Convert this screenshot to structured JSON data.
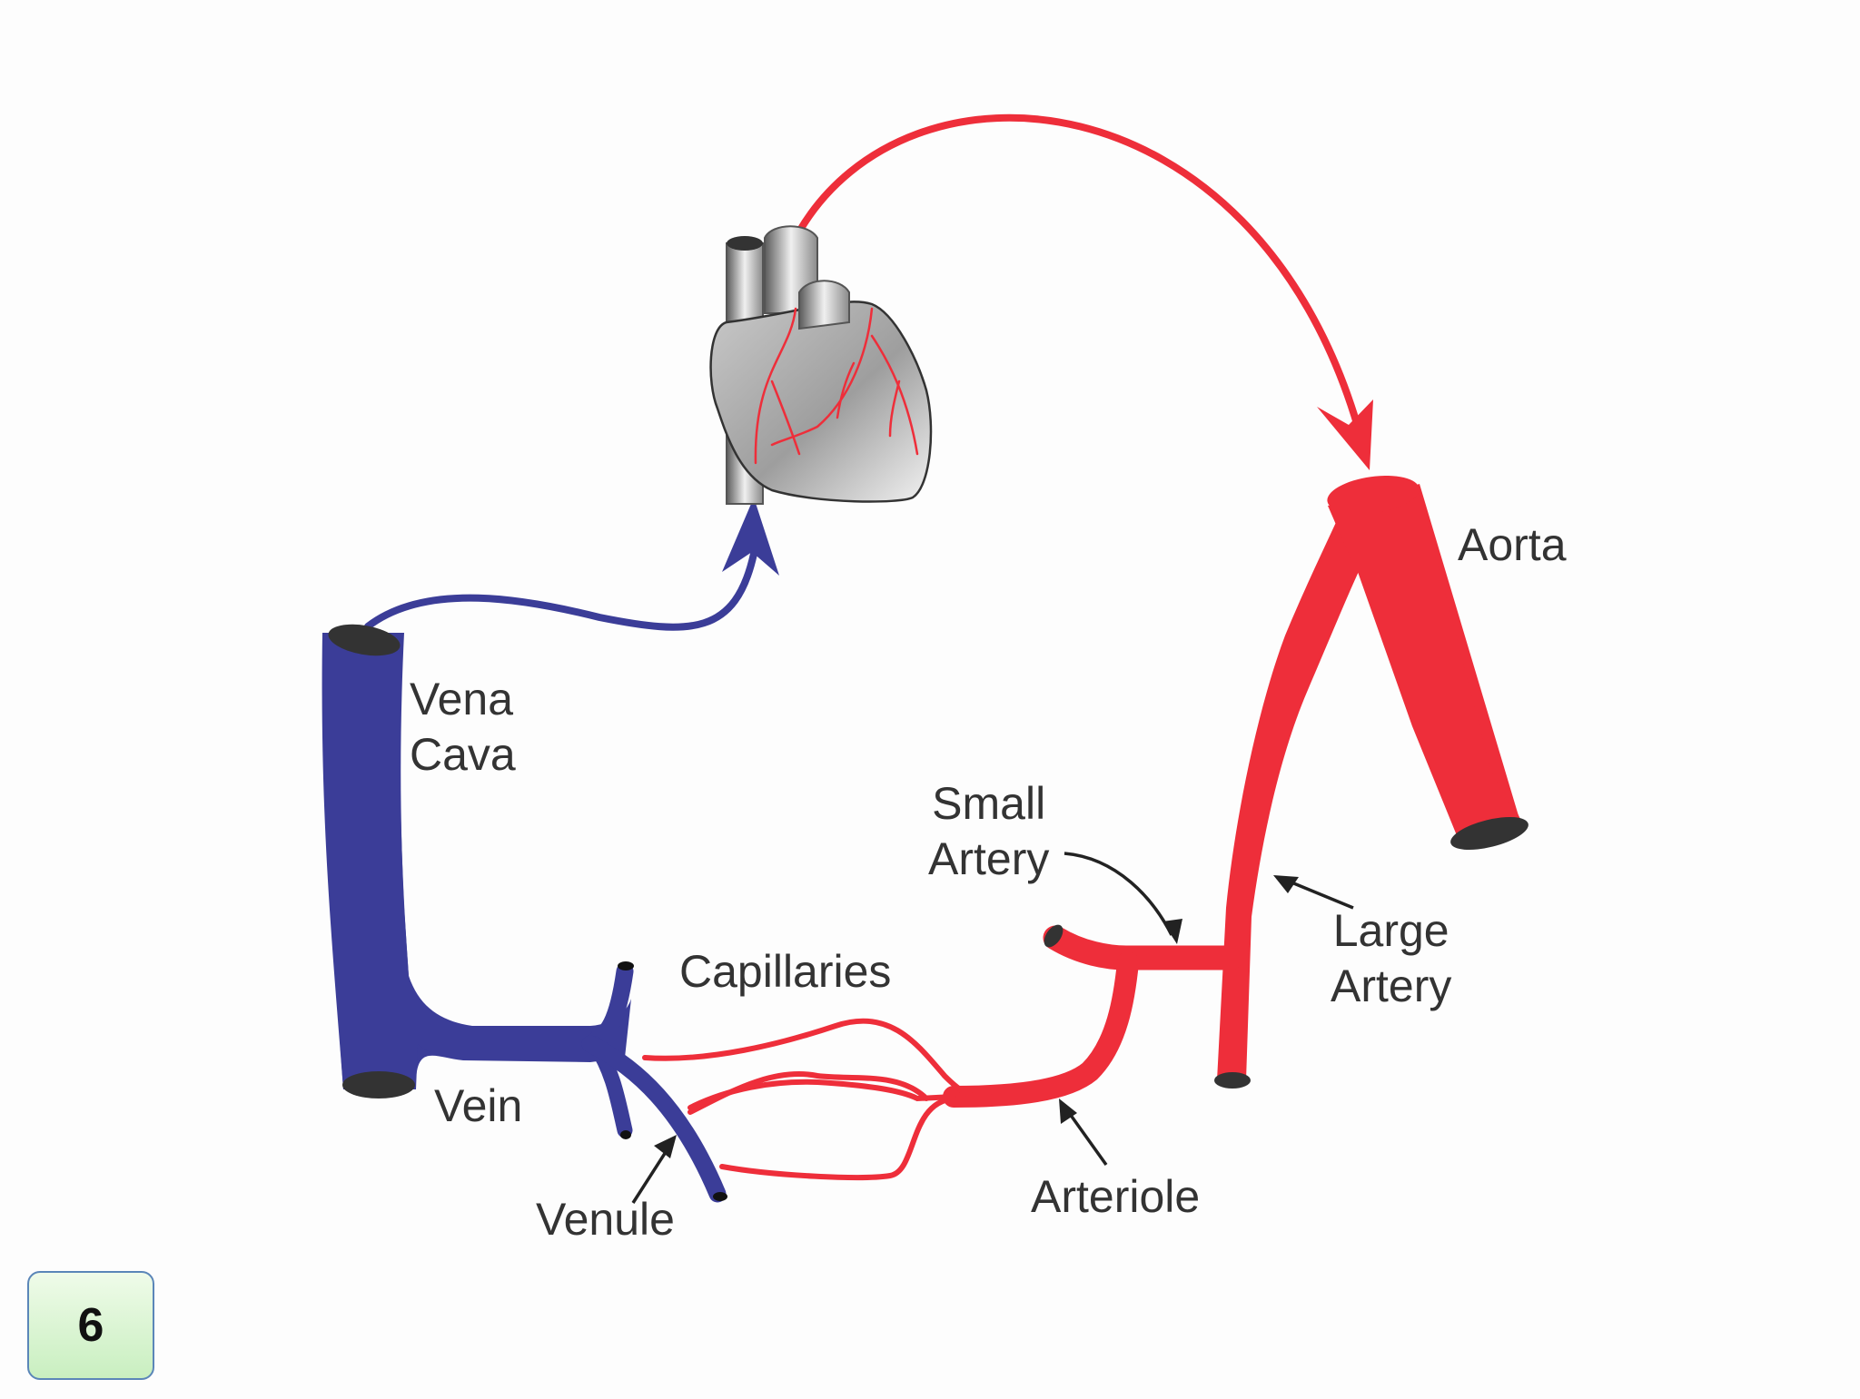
{
  "colors": {
    "artery": "#ee2e3a",
    "vein": "#3b3d98",
    "lumen": "#333333",
    "label": "#333333",
    "heart_fill": "#a9a9a9",
    "pointer": "#222222"
  },
  "labels": {
    "aorta": "Aorta",
    "vena_cava_line1": "Vena",
    "vena_cava_line2": "Cava",
    "small_artery_line1": "Small",
    "small_artery_line2": "Artery",
    "large_artery_line1": "Large",
    "large_artery_line2": "Artery",
    "capillaries": "Capillaries",
    "vein": "Vein",
    "venule": "Venule",
    "arteriole": "Arteriole"
  },
  "icons": {
    "heart": "heart-icon"
  },
  "page_badge": "6"
}
